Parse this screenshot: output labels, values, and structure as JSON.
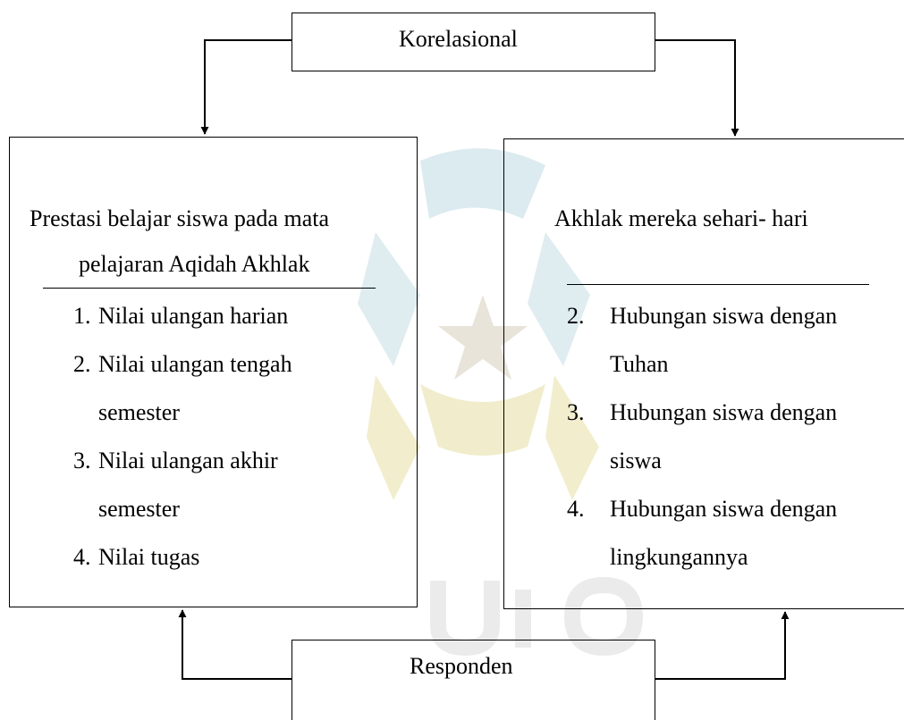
{
  "top_box": {
    "label": "Korelasional"
  },
  "bottom_box": {
    "label": "Responden"
  },
  "left_box": {
    "title_line1": "Prestasi belajar siswa pada mata",
    "title_line2": "pelajaran Aqidah Akhlak",
    "items": [
      {
        "number": "1.",
        "lines": [
          "Nilai ulangan harian"
        ]
      },
      {
        "number": "2.",
        "lines": [
          "Nilai ulangan tengah",
          "semester"
        ]
      },
      {
        "number": "3.",
        "lines": [
          "Nilai ulangan akhir",
          "semester"
        ]
      },
      {
        "number": "4.",
        "lines": [
          "Nilai tugas"
        ]
      }
    ]
  },
  "right_box": {
    "title": "Akhlak mereka sehari- hari",
    "items": [
      {
        "number": "2.",
        "lines": [
          "Hubungan siswa dengan",
          "Tuhan"
        ]
      },
      {
        "number": "3.",
        "lines": [
          "Hubungan siswa dengan",
          "siswa"
        ]
      },
      {
        "number": "4.",
        "lines": [
          "Hubungan siswa dengan",
          "lingkungannya"
        ]
      }
    ]
  },
  "colors": {
    "line": "#000000",
    "watermark_teal": "#cfe6ec",
    "watermark_gold": "#f1ecc8",
    "watermark_gray": "#e9e9e9"
  }
}
